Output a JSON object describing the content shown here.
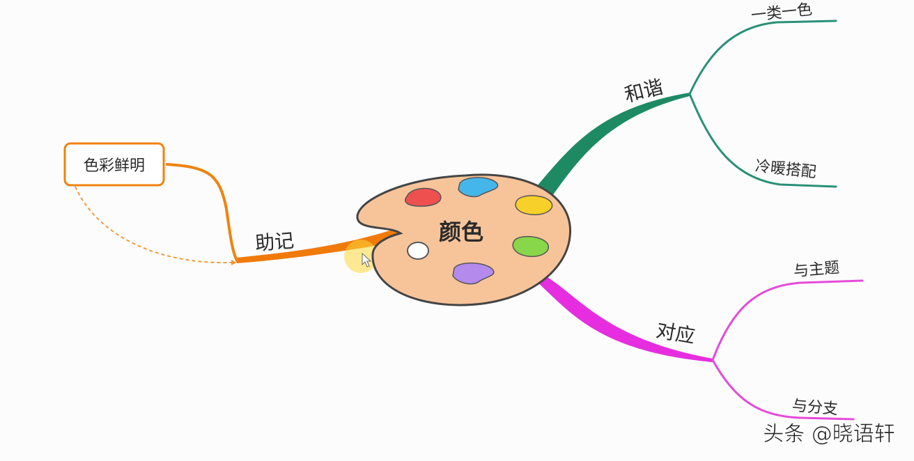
{
  "central_topic": "颜色",
  "branches": [
    {
      "label": "和谐",
      "color": "#1e8a64",
      "children": [
        "一类一色",
        "冷暖搭配"
      ]
    },
    {
      "label": "对应",
      "color": "#e62ee0",
      "children": [
        "与主题",
        "与分支"
      ]
    },
    {
      "label": "助记",
      "color": "#f07a0a",
      "children": [
        "色彩鲜明"
      ]
    }
  ],
  "palette_colors": {
    "board": "#f7c49a",
    "red": "#ee5050",
    "blue": "#45b6ea",
    "yellow": "#f7d02a",
    "green": "#88d64a",
    "purple": "#b48aec"
  },
  "watermark": "头条 @晓语轩"
}
